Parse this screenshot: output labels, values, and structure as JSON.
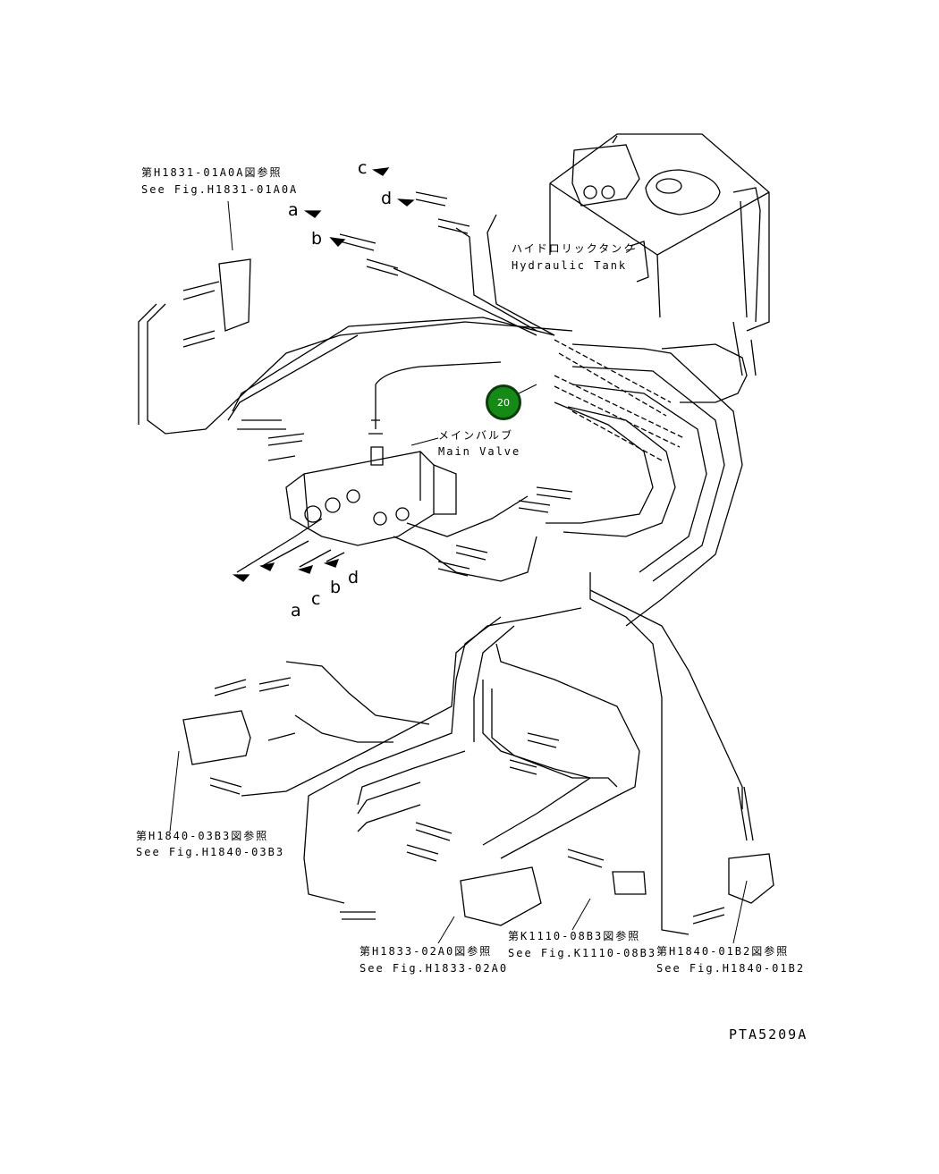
{
  "labels": {
    "ref_h1831_jp": "第H1831-01A0A図参照",
    "ref_h1831_en": "See Fig.H1831-01A0A",
    "tank_jp": "ハイドロリックタンク",
    "tank_en": "Hydraulic Tank",
    "main_valve_jp": "メインバルブ",
    "main_valve_en": "Main Valve",
    "ref_h1840_03_jp": "第H1840-03B3図参照",
    "ref_h1840_03_en": "See Fig.H1840-03B3",
    "ref_h1833_jp": "第H1833-02A0図参照",
    "ref_h1833_en": "See Fig.H1833-02A0",
    "ref_k1110_jp": "第K1110-08B3図参照",
    "ref_k1110_en": "See Fig.K1110-08B3",
    "ref_h1840_01_jp": "第H1840-01B2図参照",
    "ref_h1840_01_en": "See Fig.H1840-01B2",
    "drawing_code": "PTA5209A"
  },
  "callout": {
    "number": "20",
    "color": "#168a16"
  },
  "connection_letters": {
    "top_c": "c",
    "top_d": "d",
    "top_a": "a",
    "top_b": "b",
    "bottom_a": "a",
    "bottom_c": "c",
    "bottom_b": "b",
    "bottom_d": "d"
  }
}
